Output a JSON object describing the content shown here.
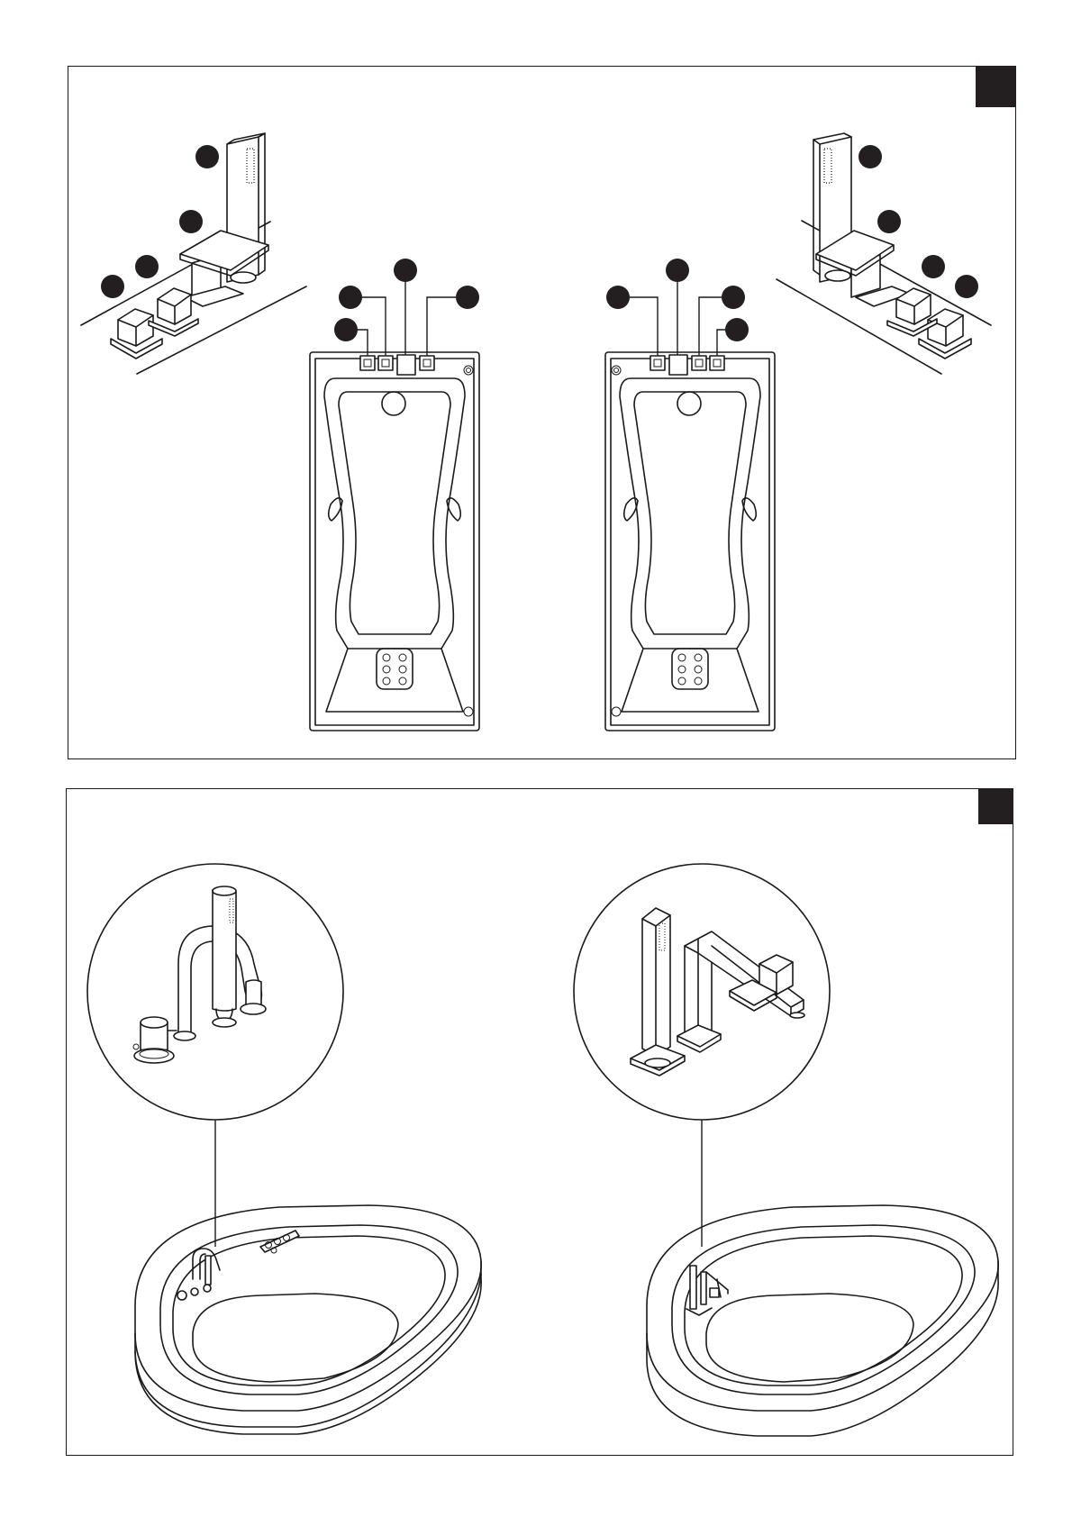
{
  "panels": [
    {
      "id": "top",
      "marker_color": "#231f20",
      "callout_count_left_faucet": 4,
      "callout_count_left_tub": 4,
      "callout_count_right_tub": 4,
      "callout_count_right_faucet": 4
    },
    {
      "id": "bottom",
      "marker_color": "#231f20"
    }
  ],
  "colors": {
    "line": "#1a1a1a",
    "fill_dark": "#231f20",
    "background": "#ffffff"
  }
}
